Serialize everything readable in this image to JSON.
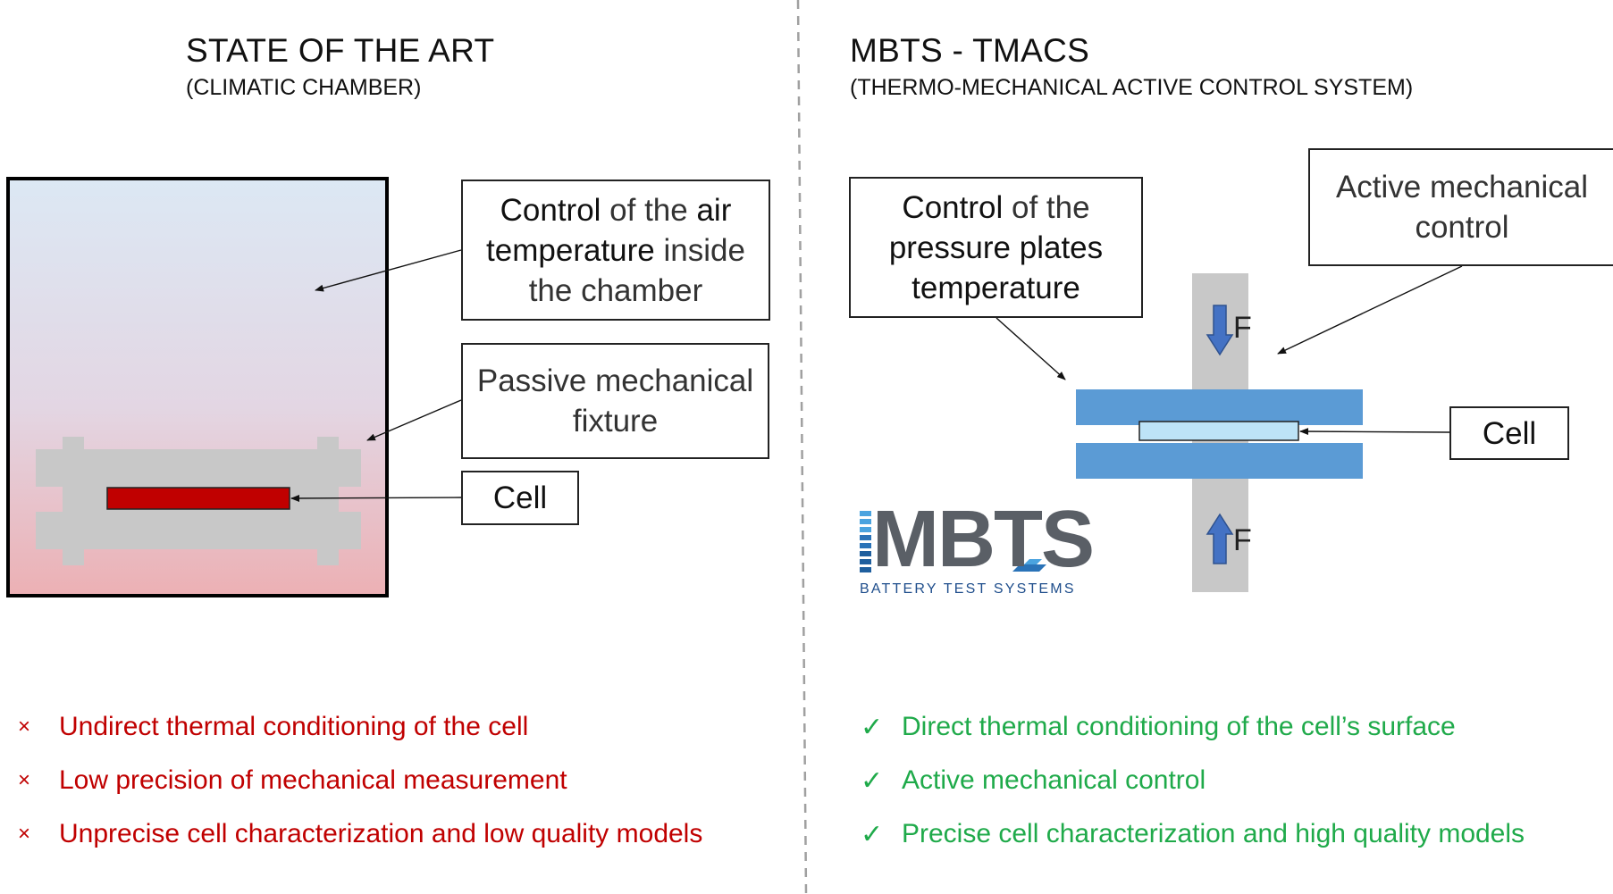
{
  "left": {
    "title": "STATE OF THE ART",
    "subtitle": "(CLIMATIC CHAMBER)",
    "box_air": {
      "line1_bold": "Control",
      "line1_rest": " of the ",
      "line1_bold2": "air",
      "line2_bold": "temperature",
      "line2_rest": " inside",
      "line3": "the chamber"
    },
    "box_fixture": {
      "line1": "Passive mechanical",
      "line2": "fixture"
    },
    "box_cell": "Cell",
    "cons": [
      "Undirect thermal conditioning of the cell",
      "Low precision of mechanical measurement",
      "Unprecise cell characterization and low quality models"
    ],
    "cons_marker": "×"
  },
  "right": {
    "title": "MBTS - TMACS",
    "subtitle": "(THERMO-MECHANICAL ACTIVE CONTROL SYSTEM)",
    "box_plates": {
      "line1_bold": "Control",
      "line1_rest": " of the",
      "line2_bold": "pressure plates",
      "line3_bold": "temperature"
    },
    "box_active": {
      "line1": "Active mechanical",
      "line2": "control"
    },
    "box_cell": "Cell",
    "force_label": "F",
    "logo": {
      "text": "MBTS",
      "tagline": "BATTERY TEST SYSTEMS"
    },
    "pros": [
      "Direct thermal conditioning of the cell’s surface",
      "Active mechanical control",
      "Precise cell characterization and high quality models"
    ],
    "pros_marker": "✓"
  },
  "colors": {
    "chamber_top": "#dce8f4",
    "chamber_bottom": "#ecb0b4",
    "fixture": "#c8c8c8",
    "cell_red": "#c00000",
    "plate_blue": "#5b9bd5",
    "cell_light": "#bde3f7",
    "column_gray": "#c8c8c8",
    "arrow_blue": "#4472c4",
    "cons_red": "#c00000",
    "pros_green": "#1faa4a"
  }
}
